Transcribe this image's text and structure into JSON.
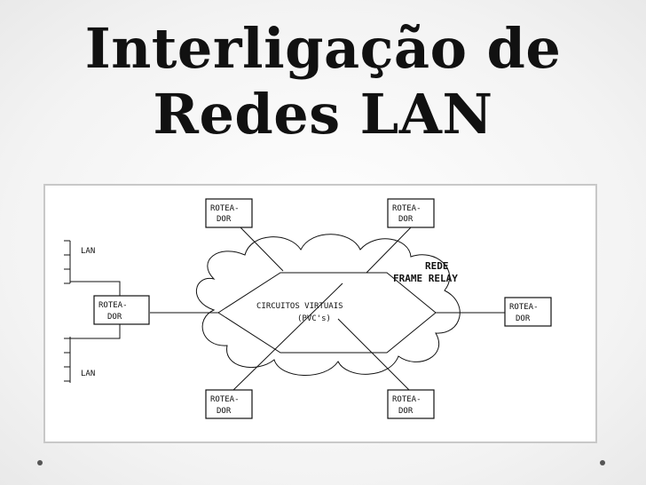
{
  "slide": {
    "title_line1": "Interligação de",
    "title_line2": "Redes LAN"
  },
  "diagram": {
    "router_label_line1": "ROTEA-",
    "router_label_line2": "DOR",
    "lan_label": "LAN",
    "network_label_line1": "REDE",
    "network_label_line2": "FRAME RELAY",
    "circuits_label_line1": "CIRCUITOS VIRTUAIS",
    "circuits_label_line2": "(PVC's)"
  },
  "colors": {
    "title": "#111111",
    "line": "#111111",
    "frame_border": "#c8c8c8"
  }
}
